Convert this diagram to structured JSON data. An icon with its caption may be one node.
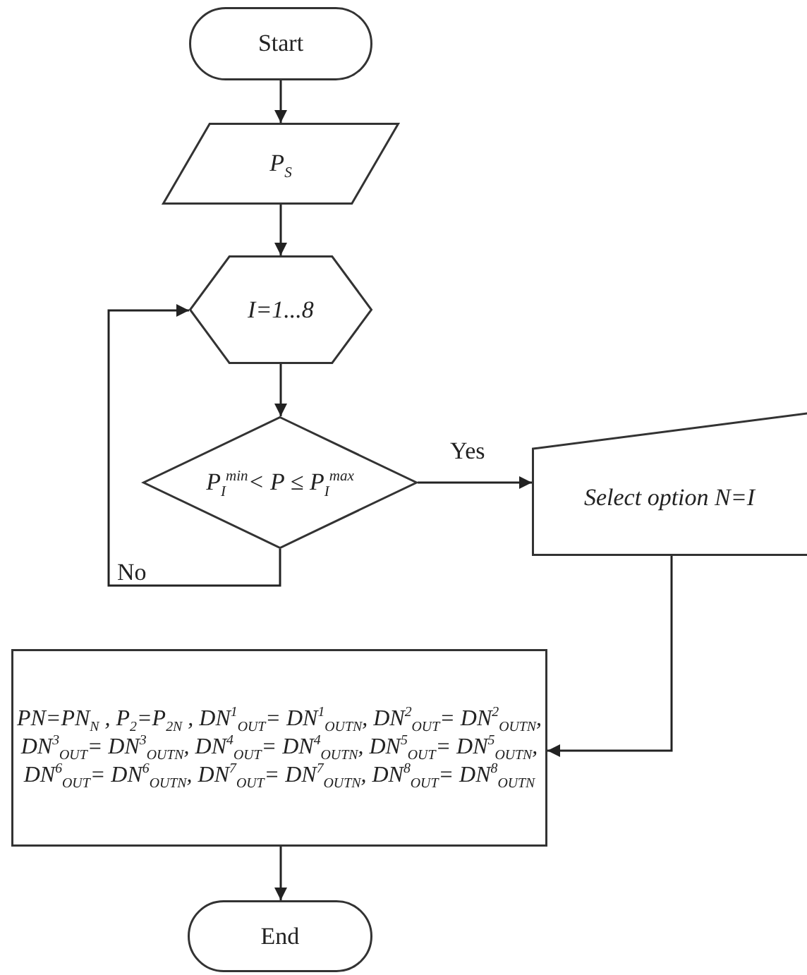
{
  "diagram": {
    "nodes": [
      {
        "text": [
          "Start"
        ]
      },
      {
        "text": [
          "P$_{S}$"
        ]
      },
      {
        "text": [
          "I=1...8"
        ]
      },
      {
        "text": [
          "P$_{I}$$^{min}$< P ≤ P$_{I}$$^{max}$"
        ]
      },
      {
        "text": [
          "Select option N=I"
        ]
      },
      {
        "text": [
          "PN=PN$_{N}$ , P$_{2}$=P$_{2N}$ , DN$^{1}$$_{OUT}$= DN$^{1}$$_{OUTN}$, DN$^{2}$$_{OUT}$= DN$^{2}$$_{OUTN}$, DN$^{3}$$_{OUT}$= DN$^{3}$$_{OUTN}$, DN$^{4}$$_{OUT}$= DN$^{4}$$_{OUTN}$, DN$^{5}$$_{OUT}$= DN$^{5}$$_{OUTN}$, DN$^{6}$$_{OUT}$= DN$^{6}$$_{OUTN}$, DN$^{7}$$_{OUT}$= DN$^{7}$$_{OUTN}$, DN$^{8}$$_{OUT}$= DN$^{8}$$_{OUTN}$"
        ]
      },
      {
        "text": [
          "End"
        ]
      }
    ],
    "edges": [
      {
        "from": 0,
        "to": 1,
        "arrow": "to"
      },
      {
        "from": 1,
        "to": 2,
        "arrow": "to"
      },
      {
        "from": 2,
        "to": 3,
        "arrow": "to"
      },
      {
        "from": 3,
        "to": 4,
        "arrow": "to",
        "label": "Yes"
      },
      {
        "from": 3,
        "to": 2,
        "arrow": "to",
        "label": "No"
      },
      {
        "from": 4,
        "to": 5,
        "arrow": "to"
      },
      {
        "from": 5,
        "to": 6,
        "arrow": "to"
      }
    ]
  }
}
